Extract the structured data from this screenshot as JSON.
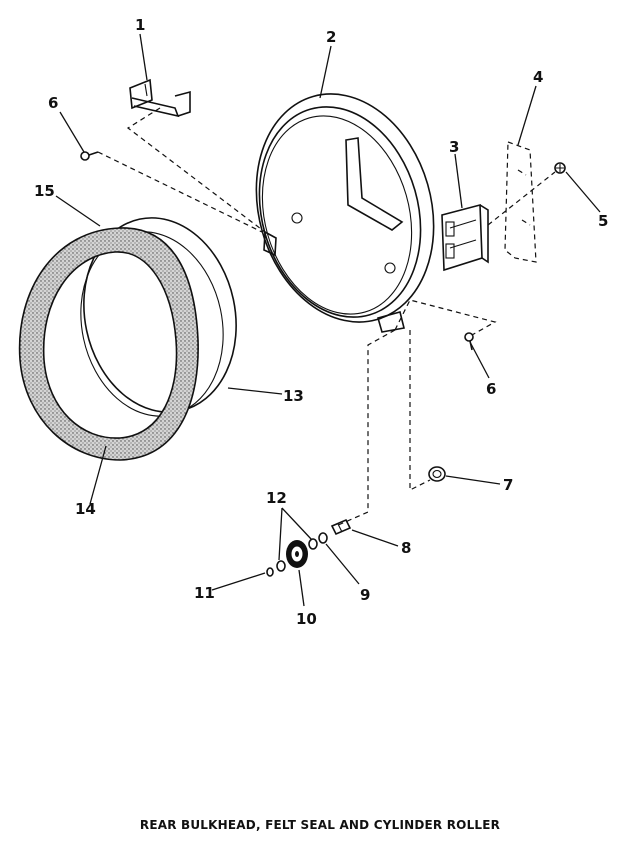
{
  "diagram": {
    "caption": "REAR BULKHEAD, FELT SEAL AND CYLINDER ROLLER",
    "callouts": [
      {
        "id": "c1",
        "label": "1"
      },
      {
        "id": "c2",
        "label": "2"
      },
      {
        "id": "c3",
        "label": "3"
      },
      {
        "id": "c4",
        "label": "4"
      },
      {
        "id": "c5",
        "label": "5"
      },
      {
        "id": "c6a",
        "label": "6"
      },
      {
        "id": "c6b",
        "label": "6"
      },
      {
        "id": "c7",
        "label": "7"
      },
      {
        "id": "c8",
        "label": "8"
      },
      {
        "id": "c9",
        "label": "9"
      },
      {
        "id": "c10",
        "label": "10"
      },
      {
        "id": "c11",
        "label": "11"
      },
      {
        "id": "c12",
        "label": "12"
      },
      {
        "id": "c13",
        "label": "13"
      },
      {
        "id": "c14",
        "label": "14"
      },
      {
        "id": "c15",
        "label": "15"
      }
    ]
  }
}
